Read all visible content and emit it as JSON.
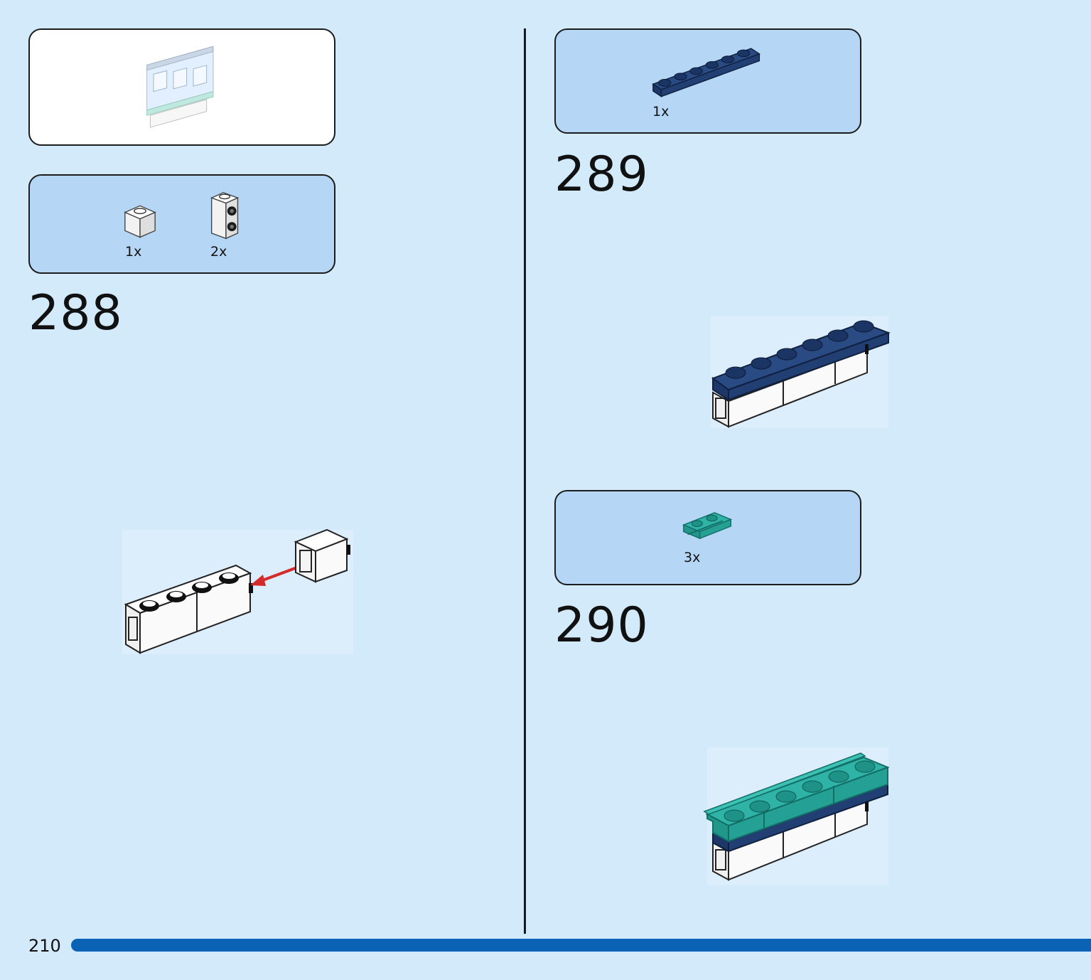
{
  "colors": {
    "page_background": "#d3eafb",
    "parts_box_background": "#b5d7f5",
    "footer_bar": "#0a63b5",
    "dark_blue_brick": "#1e3a6e",
    "teal_brick": "#2aa59a",
    "arrow": "#d42a2a"
  },
  "left_column": {
    "step_288": {
      "number": "288",
      "parts": [
        {
          "qty": "1x",
          "icon": "white-brick-1x1-icon"
        },
        {
          "qty": "2x",
          "icon": "white-brick-studs-on-side-icon"
        }
      ]
    }
  },
  "right_column": {
    "step_289": {
      "number": "289",
      "parts": [
        {
          "qty": "1x",
          "icon": "dark-blue-plate-1x6-icon"
        }
      ]
    },
    "step_290": {
      "number": "290",
      "parts": [
        {
          "qty": "3x",
          "icon": "teal-plate-with-rail-icon"
        }
      ]
    }
  },
  "footer": {
    "page_number": "210"
  }
}
